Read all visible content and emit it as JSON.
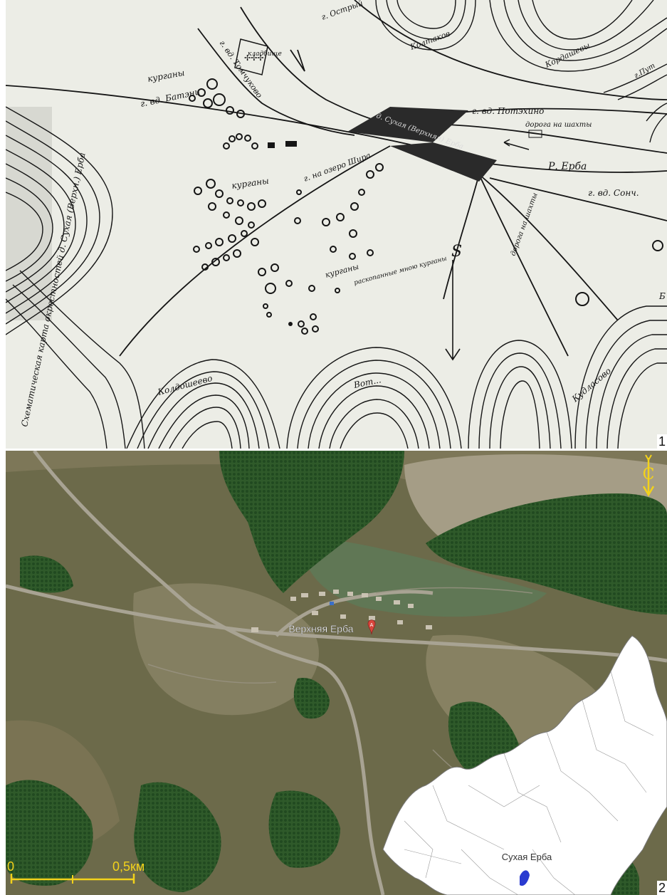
{
  "panel_numbers": {
    "sketch": "1",
    "satellite": "2"
  },
  "sketch": {
    "labels": {
      "kurgany_top": "курганы",
      "kladbische": "кладбище",
      "valley_batani": "г. вд. Батэни",
      "valley_tomchukov": "г. вд. Томчуково",
      "gora_ostroy": "г. Острый",
      "valley_pottkhino": "г. вд. Потэхино",
      "road_na_shachty": "дорога на шахты",
      "river_erba": "Р. Ерба",
      "valley_sonch": "г. вд. Сонч.",
      "village": "д. Сухая (Верхняя) Ерба",
      "kurgany_mid": "курганы",
      "valley_shira": "г. на озеро Шира",
      "kurgany_low": "курганы",
      "raskopannye": "раскопанные мною курганы",
      "road_right": "дорога на шахты",
      "north_letter": "S",
      "map_title": "Схематическая карта окрестностей д. Сухая (Верхн.) Ерба",
      "hill_1": "Колдошеево",
      "hill_2": "Вот...",
      "hill_3": "Кудласово",
      "hill_topleft": "Колтаков",
      "hill_topright": "Кордашевы",
      "hill_farright": "г.Пут",
      "edge_letter": "Б"
    }
  },
  "satellite": {
    "place_name": "Верхняя Ерба",
    "marker_letter": "A",
    "north_symbol": "С",
    "scale": {
      "start": "0",
      "end": "0,5км"
    },
    "inset_label": "Сухая Ерба"
  },
  "colors": {
    "paper": "#ecede6",
    "ink": "#151515",
    "forest": "#2f5a2a",
    "steppe": "#6c6a4a",
    "scale_yellow": "#f2d21b",
    "marker_red": "#d8463c",
    "inset_highlight": "#2a3bd0"
  }
}
